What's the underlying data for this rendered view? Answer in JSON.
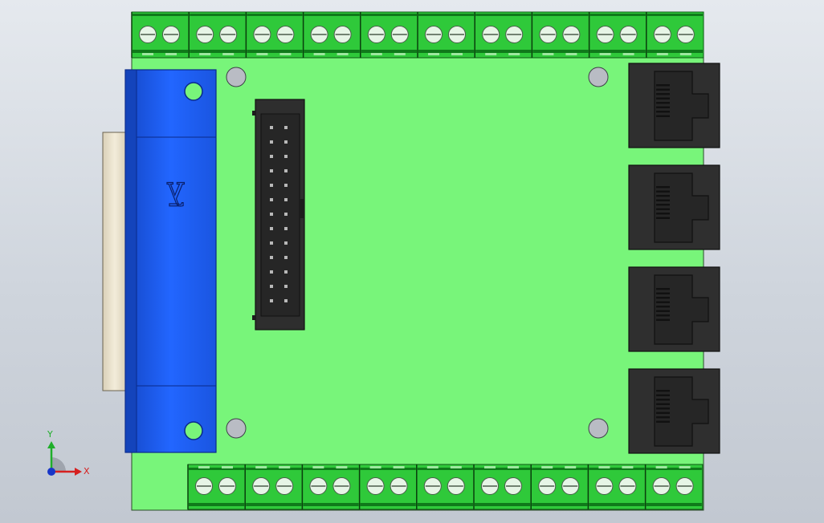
{
  "viewport": {
    "background_top": "#e5e9ee",
    "background_bottom": "#c2c8d1"
  },
  "board": {
    "color": "#78f57a",
    "outline": "#2b4a2b"
  },
  "terminal_blocks": {
    "color": "#2fc93a",
    "dark_stripe": "#0f7a1a",
    "screw_color": "#e6f5e6",
    "top_count": 10,
    "bottom_count": 9,
    "screws_per_block": 2
  },
  "db_connector": {
    "body_color": "#1e5ff0",
    "shell_color": "#efe8d6",
    "logo_glyph": "λ̄"
  },
  "idc_header": {
    "color": "#2e2e2e",
    "pin_color": "#b8b8b8",
    "rows": 2,
    "pins_per_row": 13
  },
  "rj45_jacks": {
    "count": 4,
    "color": "#2f2f2f"
  },
  "mounting_holes": {
    "count": 4,
    "color": "#b9bcc4"
  },
  "triad": {
    "x_label": "X",
    "y_label": "Y",
    "x_color": "#d62020",
    "y_color": "#1fae2a",
    "origin_color": "#1836c8"
  }
}
